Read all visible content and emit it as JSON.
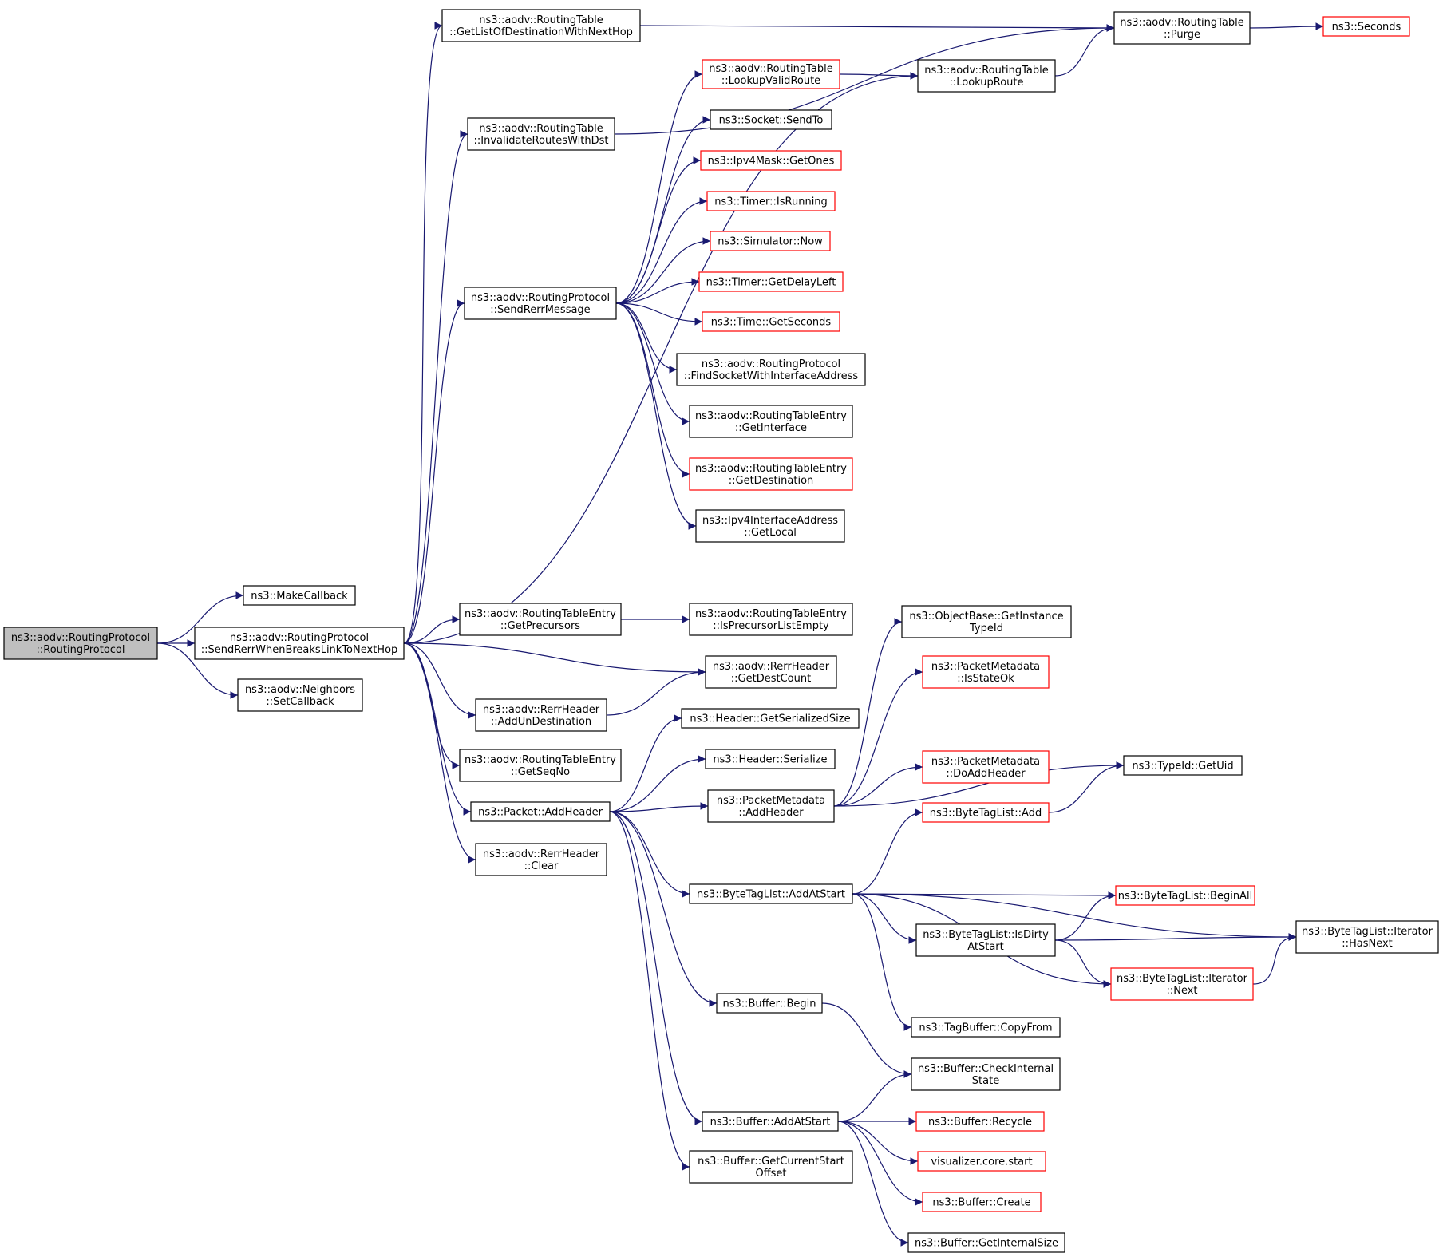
{
  "graph": {
    "title": "",
    "nodes": [
      {
        "id": "root",
        "lines": [
          "ns3::aodv::RoutingProtocol",
          "::RoutingProtocol"
        ],
        "style": "root"
      },
      {
        "id": "makecb",
        "lines": [
          "ns3::MakeCallback"
        ],
        "style": "black"
      },
      {
        "id": "neighset",
        "lines": [
          "ns3::aodv::Neighbors",
          "::SetCallback"
        ],
        "style": "black"
      },
      {
        "id": "sendrerrbreak",
        "lines": [
          "ns3::aodv::RoutingProtocol",
          "::SendRerrWhenBreaksLinkToNextHop"
        ],
        "style": "black"
      },
      {
        "id": "getlist",
        "lines": [
          "ns3::aodv::RoutingTable",
          "::GetListOfDestinationWithNextHop"
        ],
        "style": "black"
      },
      {
        "id": "invalidate",
        "lines": [
          "ns3::aodv::RoutingTable",
          "::InvalidateRoutesWithDst"
        ],
        "style": "black"
      },
      {
        "id": "sendrerrmsg",
        "lines": [
          "ns3::aodv::RoutingProtocol",
          "::SendRerrMessage"
        ],
        "style": "black"
      },
      {
        "id": "getprec",
        "lines": [
          "ns3::aodv::RoutingTableEntry",
          "::GetPrecursors"
        ],
        "style": "black"
      },
      {
        "id": "adduns",
        "lines": [
          "ns3::aodv::RerrHeader",
          "::AddUnDestination"
        ],
        "style": "black"
      },
      {
        "id": "getseqno",
        "lines": [
          "ns3::aodv::RoutingTableEntry",
          "::GetSeqNo"
        ],
        "style": "black"
      },
      {
        "id": "pktaddheader",
        "lines": [
          "ns3::Packet::AddHeader"
        ],
        "style": "black"
      },
      {
        "id": "rerrclear",
        "lines": [
          "ns3::aodv::RerrHeader",
          "::Clear"
        ],
        "style": "black"
      },
      {
        "id": "purge",
        "lines": [
          "ns3::aodv::RoutingTable",
          "::Purge"
        ],
        "style": "black"
      },
      {
        "id": "seconds",
        "lines": [
          "ns3::Seconds"
        ],
        "style": "red"
      },
      {
        "id": "lookupvalid",
        "lines": [
          "ns3::aodv::RoutingTable",
          "::LookupValidRoute"
        ],
        "style": "red"
      },
      {
        "id": "lookuproute",
        "lines": [
          "ns3::aodv::RoutingTable",
          "::LookupRoute"
        ],
        "style": "black"
      },
      {
        "id": "sendto",
        "lines": [
          "ns3::Socket::SendTo"
        ],
        "style": "black"
      },
      {
        "id": "getones",
        "lines": [
          "ns3::Ipv4Mask::GetOnes"
        ],
        "style": "red"
      },
      {
        "id": "isrunning",
        "lines": [
          "ns3::Timer::IsRunning"
        ],
        "style": "red"
      },
      {
        "id": "simnow",
        "lines": [
          "ns3::Simulator::Now"
        ],
        "style": "red"
      },
      {
        "id": "getdelayleft",
        "lines": [
          "ns3::Timer::GetDelayLeft"
        ],
        "style": "red"
      },
      {
        "id": "getseconds",
        "lines": [
          "ns3::Time::GetSeconds"
        ],
        "style": "red"
      },
      {
        "id": "findsocket",
        "lines": [
          "ns3::aodv::RoutingProtocol",
          "::FindSocketWithInterfaceAddress"
        ],
        "style": "black"
      },
      {
        "id": "getinterface",
        "lines": [
          "ns3::aodv::RoutingTableEntry",
          "::GetInterface"
        ],
        "style": "black"
      },
      {
        "id": "getdest",
        "lines": [
          "ns3::aodv::RoutingTableEntry",
          "::GetDestination"
        ],
        "style": "red"
      },
      {
        "id": "getlocal",
        "lines": [
          "ns3::Ipv4InterfaceAddress",
          "::GetLocal"
        ],
        "style": "black"
      },
      {
        "id": "isprecempty",
        "lines": [
          "ns3::aodv::RoutingTableEntry",
          "::IsPrecursorListEmpty"
        ],
        "style": "black"
      },
      {
        "id": "getdestcount",
        "lines": [
          "ns3::aodv::RerrHeader",
          "::GetDestCount"
        ],
        "style": "black"
      },
      {
        "id": "getinstancetypeid",
        "lines": [
          "ns3::ObjectBase::GetInstance",
          "TypeId"
        ],
        "style": "black"
      },
      {
        "id": "isstateok",
        "lines": [
          "ns3::PacketMetadata",
          "::IsStateOk"
        ],
        "style": "red"
      },
      {
        "id": "getserialsize",
        "lines": [
          "ns3::Header::GetSerializedSize"
        ],
        "style": "black"
      },
      {
        "id": "headerserialize",
        "lines": [
          "ns3::Header::Serialize"
        ],
        "style": "black"
      },
      {
        "id": "pmaddheader",
        "lines": [
          "ns3::PacketMetadata",
          "::AddHeader"
        ],
        "style": "black"
      },
      {
        "id": "doaddheader",
        "lines": [
          "ns3::PacketMetadata",
          "::DoAddHeader"
        ],
        "style": "red"
      },
      {
        "id": "getuid",
        "lines": [
          "ns3::TypeId::GetUid"
        ],
        "style": "black"
      },
      {
        "id": "btladd",
        "lines": [
          "ns3::ByteTagList::Add"
        ],
        "style": "red"
      },
      {
        "id": "btladdatstart",
        "lines": [
          "ns3::ByteTagList::AddAtStart"
        ],
        "style": "black"
      },
      {
        "id": "beginall",
        "lines": [
          "ns3::ByteTagList::BeginAll"
        ],
        "style": "red"
      },
      {
        "id": "isdirty",
        "lines": [
          "ns3::ByteTagList::IsDirty",
          "AtStart"
        ],
        "style": "black"
      },
      {
        "id": "hasnext",
        "lines": [
          "ns3::ByteTagList::Iterator",
          "::HasNext"
        ],
        "style": "black"
      },
      {
        "id": "iternext",
        "lines": [
          "ns3::ByteTagList::Iterator",
          "::Next"
        ],
        "style": "red"
      },
      {
        "id": "bufbegin",
        "lines": [
          "ns3::Buffer::Begin"
        ],
        "style": "black"
      },
      {
        "id": "copyfrom",
        "lines": [
          "ns3::TagBuffer::CopyFrom"
        ],
        "style": "black"
      },
      {
        "id": "checkinternal",
        "lines": [
          "ns3::Buffer::CheckInternal",
          "State"
        ],
        "style": "black"
      },
      {
        "id": "bufaddatstart",
        "lines": [
          "ns3::Buffer::AddAtStart"
        ],
        "style": "black"
      },
      {
        "id": "recycle",
        "lines": [
          "ns3::Buffer::Recycle"
        ],
        "style": "red"
      },
      {
        "id": "vizstart",
        "lines": [
          "visualizer.core.start"
        ],
        "style": "red"
      },
      {
        "id": "bufcreate",
        "lines": [
          "ns3::Buffer::Create"
        ],
        "style": "red"
      },
      {
        "id": "getcurstart",
        "lines": [
          "ns3::Buffer::GetCurrentStart",
          "Offset"
        ],
        "style": "black"
      },
      {
        "id": "getinternalsize",
        "lines": [
          "ns3::Buffer::GetInternalSize"
        ],
        "style": "black"
      }
    ],
    "edges": [
      [
        "root",
        "makecb"
      ],
      [
        "root",
        "sendrerrbreak"
      ],
      [
        "root",
        "neighset"
      ],
      [
        "sendrerrbreak",
        "getlist"
      ],
      [
        "sendrerrbreak",
        "invalidate"
      ],
      [
        "sendrerrbreak",
        "sendrerrmsg"
      ],
      [
        "sendrerrbreak",
        "lookuproute"
      ],
      [
        "sendrerrbreak",
        "getprec"
      ],
      [
        "sendrerrbreak",
        "getdestcount"
      ],
      [
        "sendrerrbreak",
        "adduns"
      ],
      [
        "sendrerrbreak",
        "getseqno"
      ],
      [
        "sendrerrbreak",
        "pktaddheader"
      ],
      [
        "sendrerrbreak",
        "rerrclear"
      ],
      [
        "getlist",
        "purge"
      ],
      [
        "invalidate",
        "purge"
      ],
      [
        "purge",
        "seconds"
      ],
      [
        "lookupvalid",
        "lookuproute"
      ],
      [
        "lookuproute",
        "purge"
      ],
      [
        "sendrerrmsg",
        "lookupvalid"
      ],
      [
        "sendrerrmsg",
        "sendto"
      ],
      [
        "sendrerrmsg",
        "getones"
      ],
      [
        "sendrerrmsg",
        "isrunning"
      ],
      [
        "sendrerrmsg",
        "simnow"
      ],
      [
        "sendrerrmsg",
        "getdelayleft"
      ],
      [
        "sendrerrmsg",
        "getseconds"
      ],
      [
        "sendrerrmsg",
        "findsocket"
      ],
      [
        "sendrerrmsg",
        "getinterface"
      ],
      [
        "sendrerrmsg",
        "getdest"
      ],
      [
        "sendrerrmsg",
        "getlocal"
      ],
      [
        "getprec",
        "isprecempty"
      ],
      [
        "adduns",
        "getdestcount"
      ],
      [
        "pktaddheader",
        "getserialsize"
      ],
      [
        "pktaddheader",
        "headerserialize"
      ],
      [
        "pktaddheader",
        "pmaddheader"
      ],
      [
        "pktaddheader",
        "btladdatstart"
      ],
      [
        "pktaddheader",
        "bufbegin"
      ],
      [
        "pktaddheader",
        "bufaddatstart"
      ],
      [
        "pktaddheader",
        "getcurstart"
      ],
      [
        "pmaddheader",
        "getinstancetypeid"
      ],
      [
        "pmaddheader",
        "isstateok"
      ],
      [
        "pmaddheader",
        "doaddheader"
      ],
      [
        "pmaddheader",
        "getuid"
      ],
      [
        "btladd",
        "getuid"
      ],
      [
        "btladdatstart",
        "btladd"
      ],
      [
        "btladdatstart",
        "hasnext"
      ],
      [
        "btladdatstart",
        "beginall"
      ],
      [
        "btladdatstart",
        "isdirty"
      ],
      [
        "btladdatstart",
        "iternext"
      ],
      [
        "btladdatstart",
        "copyfrom"
      ],
      [
        "isdirty",
        "beginall"
      ],
      [
        "isdirty",
        "hasnext"
      ],
      [
        "isdirty",
        "iternext"
      ],
      [
        "iternext",
        "hasnext"
      ],
      [
        "bufbegin",
        "checkinternal"
      ],
      [
        "bufaddatstart",
        "checkinternal"
      ],
      [
        "bufaddatstart",
        "recycle"
      ],
      [
        "bufaddatstart",
        "vizstart"
      ],
      [
        "bufaddatstart",
        "bufcreate"
      ],
      [
        "bufaddatstart",
        "getinternalsize"
      ]
    ]
  },
  "colors": {
    "edge": "#191970",
    "root_fill": "#bfbfbf",
    "red_border": "#ff0000"
  }
}
